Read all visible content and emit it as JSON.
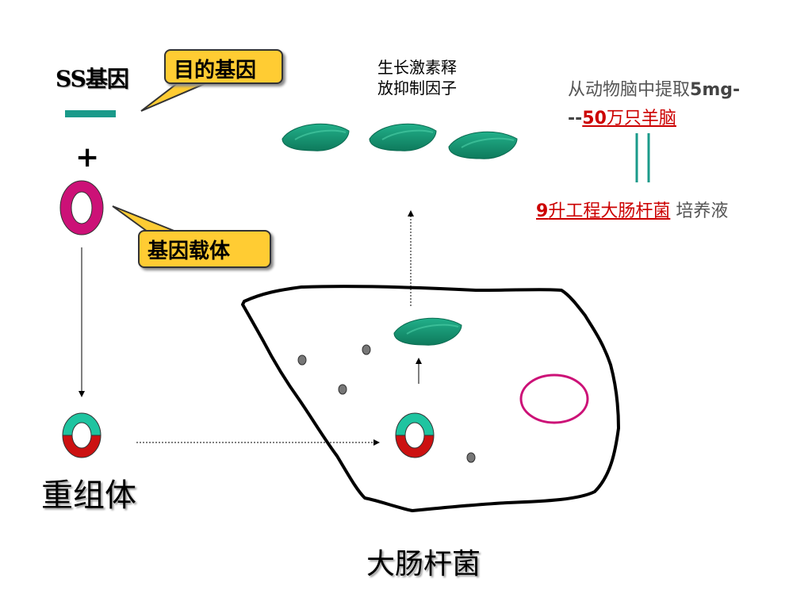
{
  "labels": {
    "ss_gene": "SS基因",
    "target_gene": "目的基因",
    "plus": "+",
    "vector": "基因载体",
    "hormone_line1": "生长激素释",
    "hormone_line2": "放抑制因子",
    "source_line1": "从动物脑中提取",
    "source_amount": "5mg-",
    "source_dash": "--",
    "source_num": "50",
    "source_rest": "万只羊脑",
    "ecoli_num": "9",
    "ecoli_volume": "升工程大肠杆菌",
    "culture": " 培养液",
    "recombinant": "重组体",
    "ecoli": "大肠杆菌"
  },
  "colors": {
    "teal": "#1a9a8a",
    "green": "#1a8a6a",
    "magenta": "#cc1177",
    "red": "#cc1111",
    "callout_yellow": "#ffcc33"
  },
  "icons": {
    "protein": "green-ellipse",
    "plasmid": "magenta-ring",
    "recombinant_plasmid": "teal-red-ring",
    "dot": "gray-dot"
  }
}
